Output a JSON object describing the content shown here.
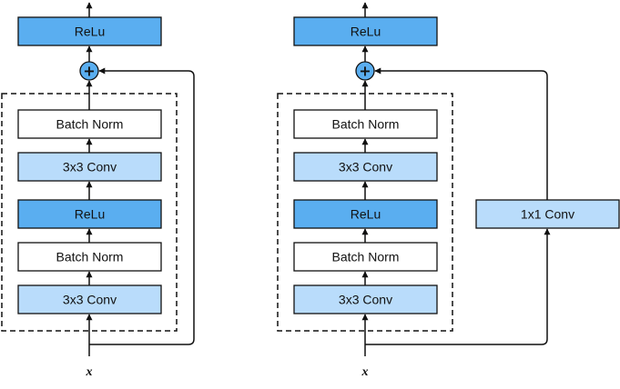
{
  "left_block": {
    "layers": [
      "ReLu",
      "Batch Norm",
      "3x3 Conv",
      "ReLu",
      "Batch Norm",
      "3x3 Conv"
    ],
    "add_symbol": "+",
    "input_label": "x"
  },
  "right_block": {
    "layers": [
      "ReLu",
      "Batch Norm",
      "3x3 Conv",
      "ReLu",
      "Batch Norm",
      "3x3 Conv"
    ],
    "add_symbol": "+",
    "input_label": "x",
    "shortcut_label": "1x1 Conv"
  },
  "colors": {
    "relu": "#5aaef0",
    "conv": "#b9dcfb",
    "norm": "#ffffff",
    "border": "#111111"
  }
}
